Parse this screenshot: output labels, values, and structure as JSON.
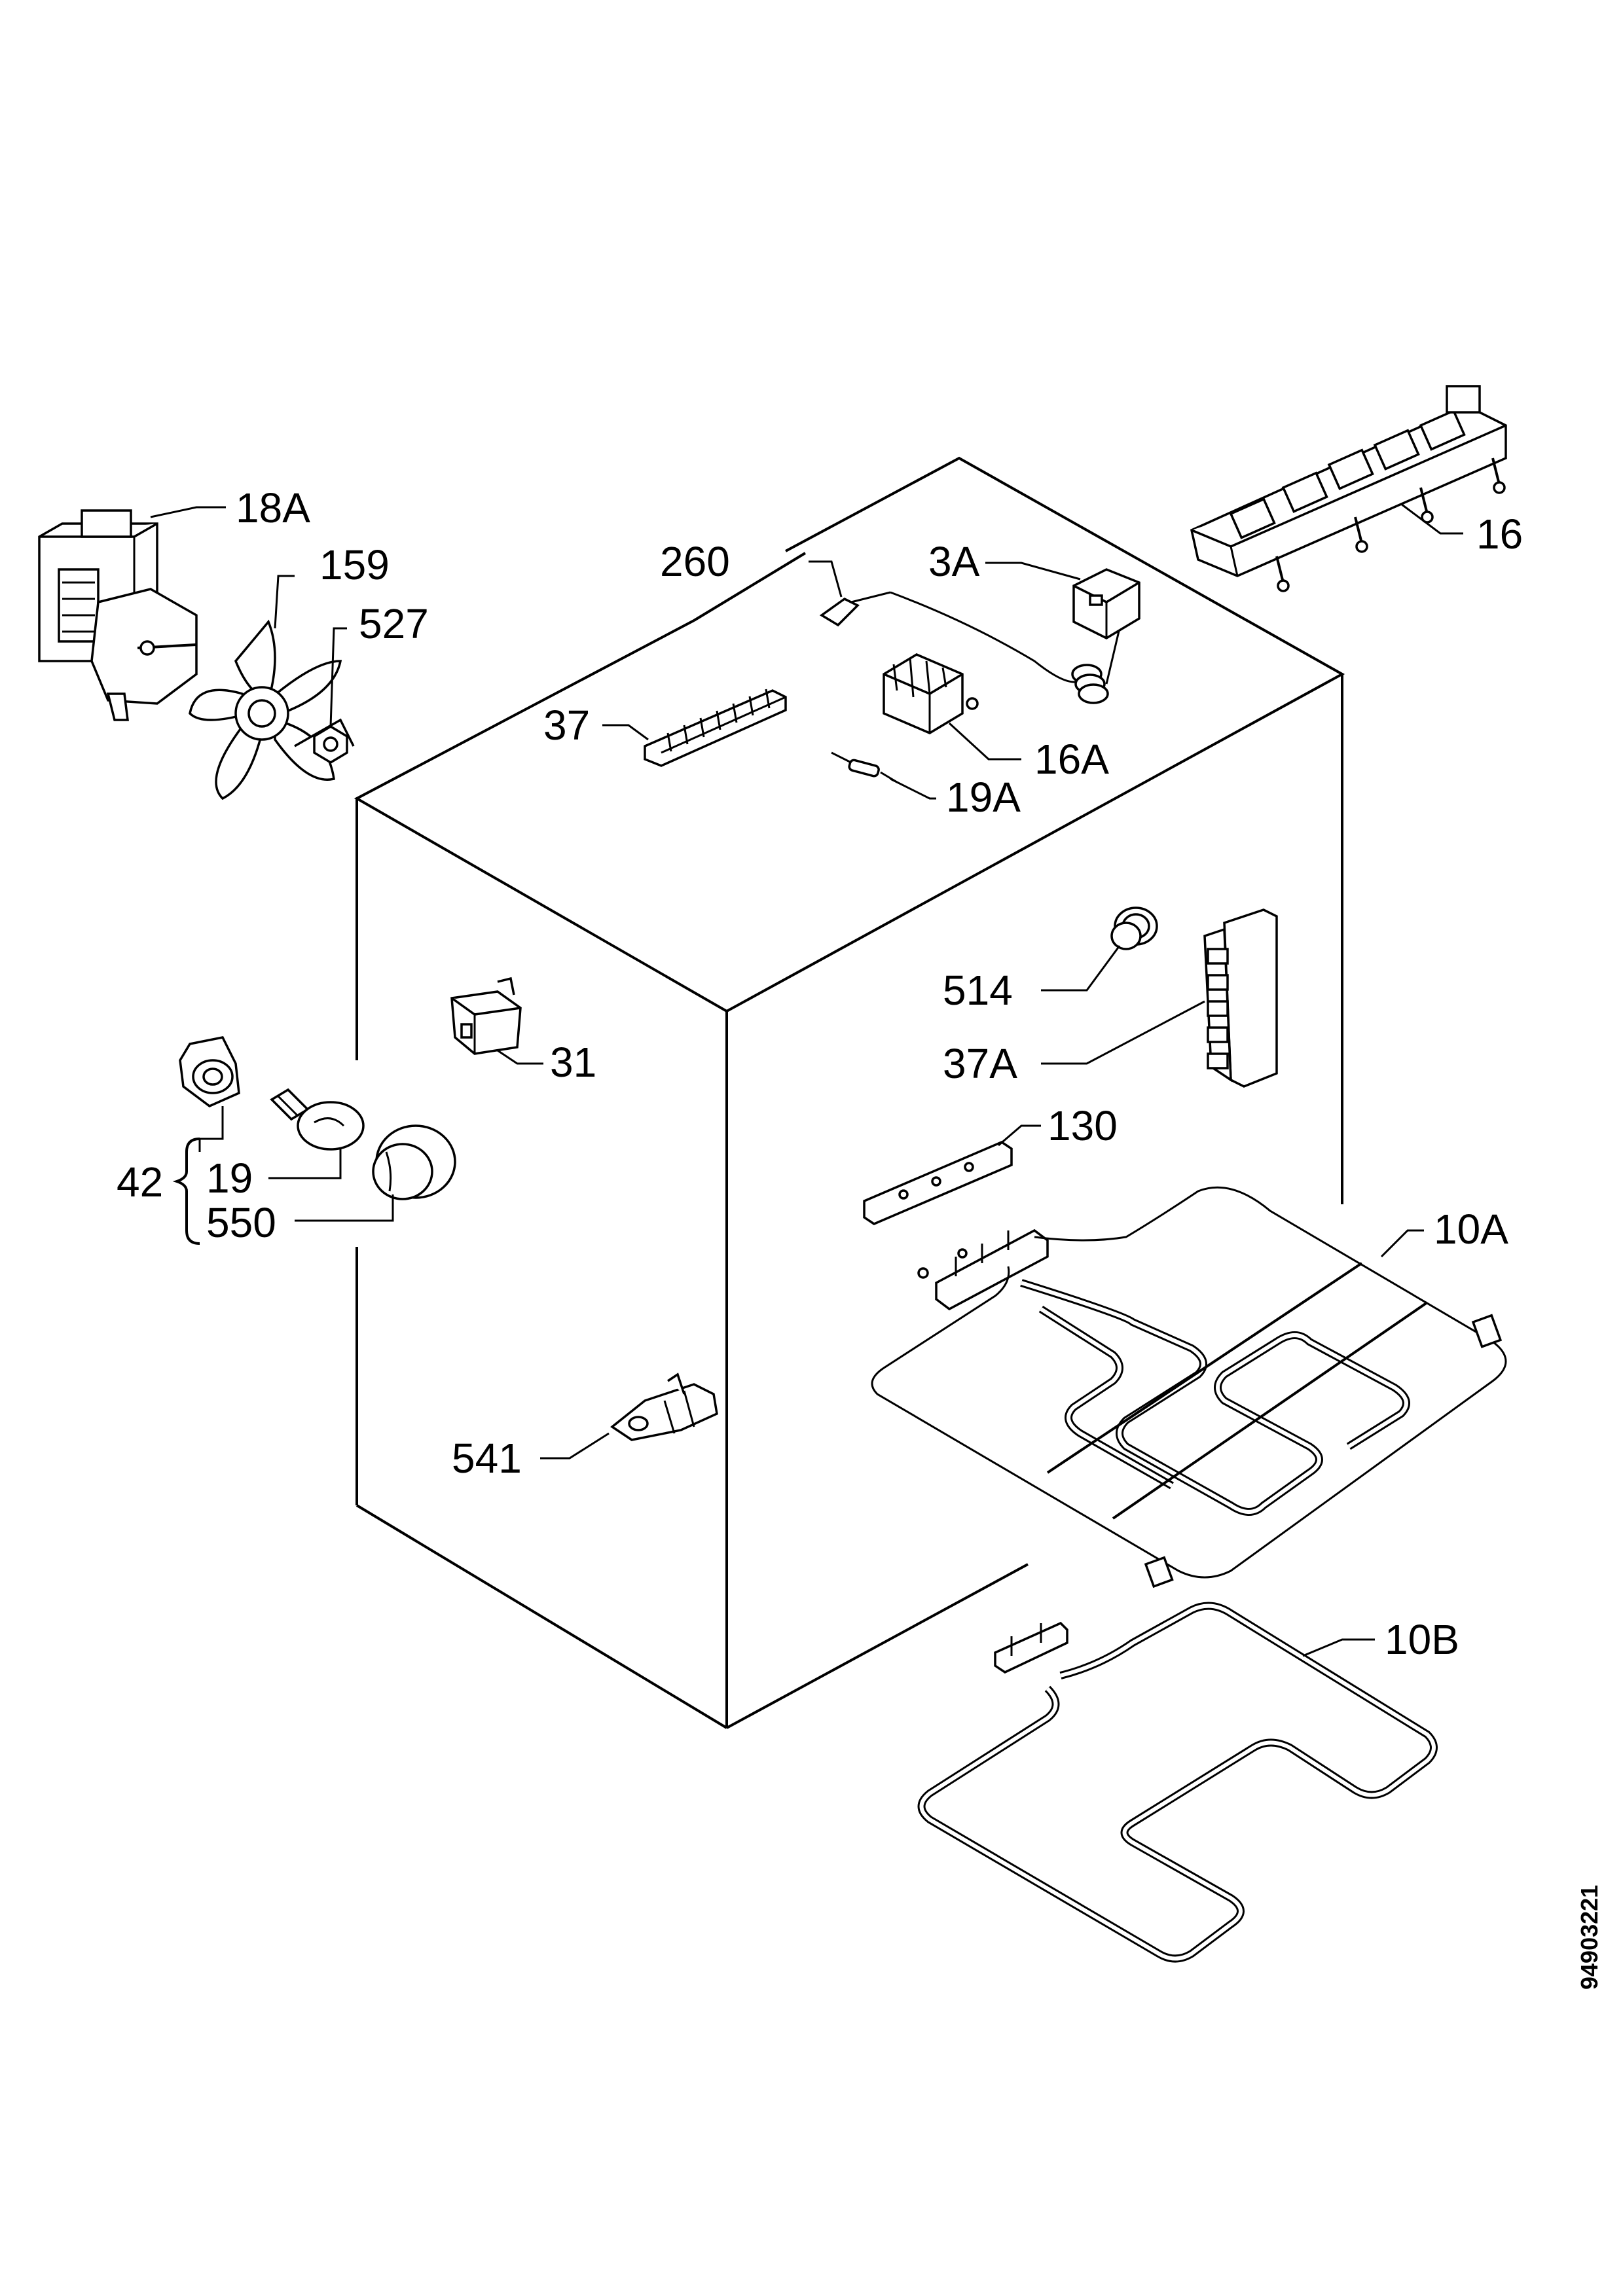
{
  "diagram": {
    "document_number": "94903221",
    "parts": [
      {
        "id": "p18a",
        "label": "18A"
      },
      {
        "id": "p159",
        "label": "159"
      },
      {
        "id": "p527",
        "label": "527"
      },
      {
        "id": "p260",
        "label": "260"
      },
      {
        "id": "p3a",
        "label": "3A"
      },
      {
        "id": "p16",
        "label": "16"
      },
      {
        "id": "p37",
        "label": "37"
      },
      {
        "id": "p16a",
        "label": "16A"
      },
      {
        "id": "p19a",
        "label": "19A"
      },
      {
        "id": "p514",
        "label": "514"
      },
      {
        "id": "p37a",
        "label": "37A"
      },
      {
        "id": "p31",
        "label": "31"
      },
      {
        "id": "p42",
        "label": "42"
      },
      {
        "id": "p19",
        "label": "19"
      },
      {
        "id": "p550",
        "label": "550"
      },
      {
        "id": "p130",
        "label": "130"
      },
      {
        "id": "p10a",
        "label": "10A"
      },
      {
        "id": "p541",
        "label": "541"
      },
      {
        "id": "p10b",
        "label": "10B"
      }
    ]
  }
}
